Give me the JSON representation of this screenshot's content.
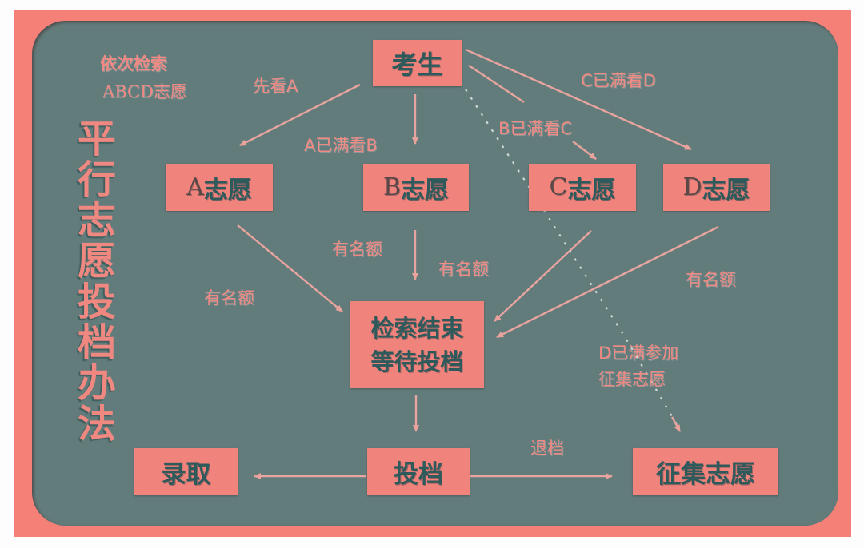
{
  "diagram": {
    "title": "平行志愿投档办法",
    "note": {
      "line1": "依次检索",
      "line2": "ABCD志愿"
    },
    "colors": {
      "frame": "#f58078",
      "board": "#627b7b",
      "node_fill": "#f1837d",
      "node_text": "#2e5a5c",
      "label_text": "#f08a84",
      "edge": "#e8a49e"
    },
    "nodes": {
      "student": "考生",
      "a": {
        "letter": "A",
        "text": "志愿"
      },
      "b": {
        "letter": "B",
        "text": "志愿"
      },
      "c": {
        "letter": "C",
        "text": "志愿"
      },
      "d": {
        "letter": "D",
        "text": "志愿"
      },
      "wait": {
        "line1": "检索结束",
        "line2": "等待投档"
      },
      "admit": "录取",
      "file": "投档",
      "solicit": "征集志愿"
    },
    "edge_labels": {
      "to_a": "先看A",
      "to_b": "A已满看B",
      "to_c": "B已满看C",
      "to_d": "C已满看D",
      "a_quota": "有名额",
      "b_quota_left": "有名额",
      "b_quota_right": "有名额",
      "d_quota": "有名额",
      "d_full_line1": "D已满参加",
      "d_full_line2": "征集志愿",
      "reject": "退档"
    },
    "edges": [
      {
        "from": "考生",
        "to": "A志愿",
        "label": "先看A",
        "style": "solid"
      },
      {
        "from": "考生",
        "to": "B志愿",
        "label": "A已满看B",
        "style": "solid"
      },
      {
        "from": "考生",
        "to": "C志愿",
        "label": "B已满看C",
        "style": "solid"
      },
      {
        "from": "考生",
        "to": "D志愿",
        "label": "C已满看D",
        "style": "solid"
      },
      {
        "from": "考生",
        "to": "征集志愿",
        "label": "D已满参加征集志愿",
        "style": "dotted"
      },
      {
        "from": "A志愿",
        "to": "检索结束等待投档",
        "label": "有名额",
        "style": "solid"
      },
      {
        "from": "B志愿",
        "to": "检索结束等待投档",
        "label": "有名额",
        "style": "solid"
      },
      {
        "from": "C志愿",
        "to": "检索结束等待投档",
        "label": "有名额",
        "style": "solid"
      },
      {
        "from": "D志愿",
        "to": "检索结束等待投档",
        "label": "有名额",
        "style": "solid"
      },
      {
        "from": "检索结束等待投档",
        "to": "投档",
        "label": "",
        "style": "solid"
      },
      {
        "from": "投档",
        "to": "录取",
        "label": "",
        "style": "solid"
      },
      {
        "from": "投档",
        "to": "征集志愿",
        "label": "退档",
        "style": "solid"
      }
    ]
  }
}
